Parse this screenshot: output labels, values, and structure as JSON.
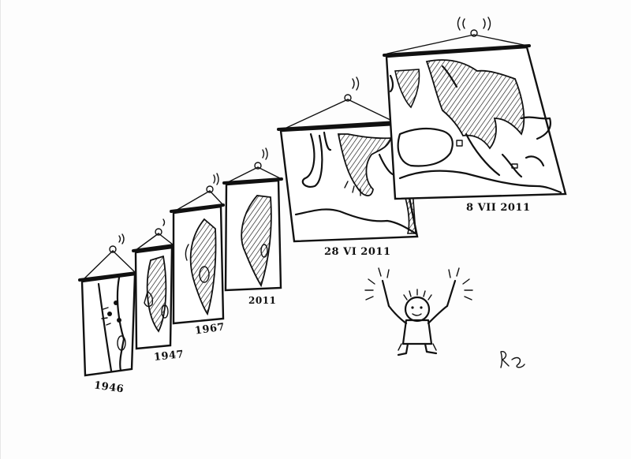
{
  "maps": [
    {
      "caption": "1946"
    },
    {
      "caption": "1947"
    },
    {
      "caption": "1967"
    },
    {
      "caption": "2011"
    },
    {
      "caption": "28 VI 2011"
    },
    {
      "caption": "8 VII 2011"
    }
  ],
  "signature": "R.S.",
  "colors": {
    "ink": "#111111",
    "paper": "#ffffff"
  }
}
